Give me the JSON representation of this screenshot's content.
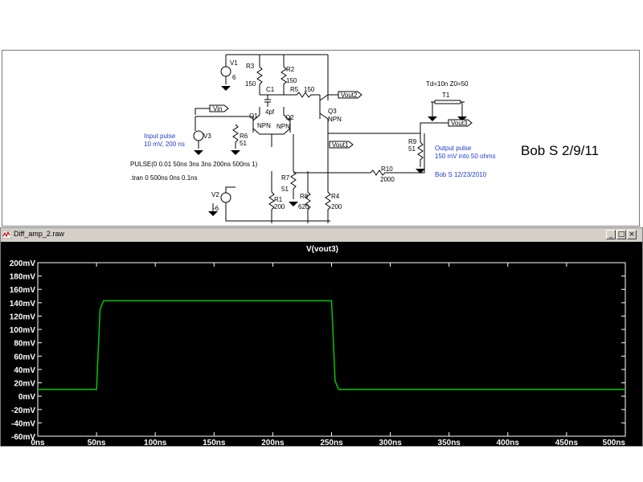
{
  "schematic": {
    "components": {
      "v1": {
        "name": "V1",
        "value": "6"
      },
      "v2": {
        "name": "V2",
        "value": "-6"
      },
      "v3": {
        "name": "V3"
      },
      "r1": {
        "name": "R1",
        "value": "200"
      },
      "r2": {
        "name": "R2",
        "value": "150"
      },
      "r3": {
        "name": "R3",
        "value": "150"
      },
      "r4": {
        "name": "R4",
        "value": "200"
      },
      "r5": {
        "name": "R5",
        "value": "150"
      },
      "r6": {
        "name": "R6",
        "value": "51"
      },
      "r7": {
        "name": "R7",
        "value": "51"
      },
      "r8": {
        "name": "R8",
        "value": "620"
      },
      "r9": {
        "name": "R9",
        "value": "51"
      },
      "r10": {
        "name": "R10",
        "value": "2000"
      },
      "c1": {
        "name": "C1",
        "value": "4pf"
      },
      "q1": {
        "name": "Q1",
        "value": "NPN"
      },
      "q2": {
        "name": "Q2",
        "value": "NPN"
      },
      "q3": {
        "name": "Q3",
        "value": "NPN"
      },
      "t1": {
        "name": "T1",
        "value": "Td=10n Z0=50"
      }
    },
    "net_labels": {
      "vin": "Vin",
      "vout1": "Vout1",
      "vout2": "Vout2",
      "vout3": "Vout3"
    },
    "annotations": {
      "input_pulse": [
        "Input pulse",
        "10 mV, 200 ns"
      ],
      "pulse_directive": "PULSE(0 0.01 50ns 3ns 3ns 200ns 500ns 1)",
      "tran_directive": ".tran 0 500ns 0ns 0.1ns",
      "output_pulse": [
        "Output pulse",
        "150 mV into 50 ohms"
      ],
      "author": "Bob S 12/23/2010"
    },
    "signature": "Bob S 2/9/11"
  },
  "plot_window": {
    "title": "Diff_amp_2.raw",
    "buttons": {
      "minimize": "_",
      "maximize": "□",
      "close": "×"
    },
    "background_color": "#000000",
    "trace_color": "#00c800"
  },
  "chart_data": {
    "type": "line",
    "title": "V(vout3)",
    "series": [
      {
        "name": "V(vout3)",
        "color": "#00c800",
        "x": [
          0,
          50,
          53,
          56,
          250,
          253,
          256,
          500
        ],
        "y": [
          10,
          10,
          130,
          143,
          143,
          23,
          10,
          10
        ]
      }
    ],
    "x_unit": "ns",
    "y_unit": "mV",
    "xlim": [
      0,
      500
    ],
    "ylim": [
      -60,
      200
    ],
    "x_ticks": [
      "0ns",
      "50ns",
      "100ns",
      "150ns",
      "200ns",
      "250ns",
      "300ns",
      "350ns",
      "400ns",
      "450ns",
      "500ns"
    ],
    "y_ticks": [
      "200mV",
      "180mV",
      "160mV",
      "140mV",
      "120mV",
      "100mV",
      "80mV",
      "60mV",
      "40mV",
      "20mV",
      "0mV",
      "-20mV",
      "-40mV",
      "-60mV"
    ],
    "grid": false
  }
}
